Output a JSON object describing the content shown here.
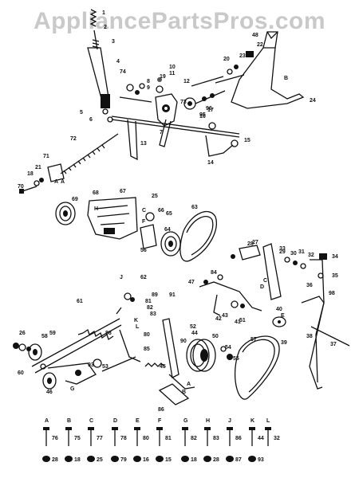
{
  "watermark": "AppliancePartsPros.com",
  "callouts": [
    {
      "id": "c1",
      "text": "1"
    },
    {
      "id": "c2",
      "text": "2"
    },
    {
      "id": "c3",
      "text": "3"
    },
    {
      "id": "c4",
      "text": "4"
    },
    {
      "id": "c5",
      "text": "5"
    },
    {
      "id": "c6",
      "text": "6"
    },
    {
      "id": "c7",
      "text": "7"
    },
    {
      "id": "c8",
      "text": "8"
    },
    {
      "id": "c9",
      "text": "9"
    },
    {
      "id": "c10",
      "text": "10"
    },
    {
      "id": "c11",
      "text": "11"
    },
    {
      "id": "c12",
      "text": "12"
    },
    {
      "id": "c13",
      "text": "13"
    },
    {
      "id": "c14",
      "text": "14"
    },
    {
      "id": "c15",
      "text": "15"
    },
    {
      "id": "c16",
      "text": "16"
    },
    {
      "id": "c17",
      "text": "17"
    },
    {
      "id": "c18",
      "text": "18"
    },
    {
      "id": "c19",
      "text": "19"
    },
    {
      "id": "c20",
      "text": "20"
    },
    {
      "id": "c21",
      "text": "21"
    },
    {
      "id": "c22",
      "text": "22"
    },
    {
      "id": "c23",
      "text": "23"
    },
    {
      "id": "c24",
      "text": "24"
    },
    {
      "id": "c25",
      "text": "25"
    },
    {
      "id": "c26",
      "text": "26"
    },
    {
      "id": "c27",
      "text": "27"
    },
    {
      "id": "c28",
      "text": "28"
    },
    {
      "id": "c29",
      "text": "29"
    },
    {
      "id": "c30",
      "text": "30"
    },
    {
      "id": "c31",
      "text": "31"
    },
    {
      "id": "c32",
      "text": "32"
    },
    {
      "id": "c33",
      "text": "33"
    },
    {
      "id": "c34",
      "text": "34"
    },
    {
      "id": "c35",
      "text": "35"
    },
    {
      "id": "c36",
      "text": "36"
    },
    {
      "id": "c37",
      "text": "37"
    },
    {
      "id": "c38",
      "text": "38"
    },
    {
      "id": "c39",
      "text": "39"
    },
    {
      "id": "c40",
      "text": "40"
    },
    {
      "id": "c41",
      "text": "41"
    },
    {
      "id": "c42",
      "text": "42"
    },
    {
      "id": "c43",
      "text": "43"
    },
    {
      "id": "c44",
      "text": "44"
    },
    {
      "id": "c45",
      "text": "45"
    },
    {
      "id": "c46",
      "text": "46"
    },
    {
      "id": "c47",
      "text": "47"
    },
    {
      "id": "c48",
      "text": "48"
    },
    {
      "id": "c50",
      "text": "50"
    },
    {
      "id": "c51",
      "text": "51"
    },
    {
      "id": "c52",
      "text": "52"
    },
    {
      "id": "c53",
      "text": "53"
    },
    {
      "id": "c54",
      "text": "54"
    },
    {
      "id": "c55",
      "text": "55"
    },
    {
      "id": "c56",
      "text": "56"
    },
    {
      "id": "c57",
      "text": "57"
    },
    {
      "id": "c58",
      "text": "58"
    },
    {
      "id": "c59",
      "text": "59"
    },
    {
      "id": "c60",
      "text": "60"
    },
    {
      "id": "c61",
      "text": "61"
    },
    {
      "id": "c62",
      "text": "62"
    },
    {
      "id": "c63",
      "text": "63"
    },
    {
      "id": "c64",
      "text": "64"
    },
    {
      "id": "c65",
      "text": "65"
    },
    {
      "id": "c66",
      "text": "66"
    },
    {
      "id": "c67",
      "text": "67"
    },
    {
      "id": "c68",
      "text": "68"
    },
    {
      "id": "c69",
      "text": "69"
    },
    {
      "id": "c70",
      "text": "70"
    },
    {
      "id": "c71",
      "text": "71"
    },
    {
      "id": "c72",
      "text": "72"
    },
    {
      "id": "c73",
      "text": "73"
    },
    {
      "id": "c74",
      "text": "74"
    },
    {
      "id": "c80",
      "text": "80"
    },
    {
      "id": "c81",
      "text": "81"
    },
    {
      "id": "c82",
      "text": "82"
    },
    {
      "id": "c83",
      "text": "83"
    },
    {
      "id": "c84",
      "text": "84"
    },
    {
      "id": "c85",
      "text": "85"
    },
    {
      "id": "c86",
      "text": "86"
    },
    {
      "id": "c88",
      "text": "88"
    },
    {
      "id": "c89",
      "text": "89"
    },
    {
      "id": "c90",
      "text": "90"
    },
    {
      "id": "c91",
      "text": "91"
    },
    {
      "id": "c93",
      "text": "93"
    },
    {
      "id": "c95",
      "text": "95"
    },
    {
      "id": "c96",
      "text": "96"
    },
    {
      "id": "c98",
      "text": "98"
    }
  ],
  "keys": [
    "A",
    "B",
    "C",
    "D",
    "E",
    "F",
    "G",
    "H",
    "J",
    "K",
    "L"
  ],
  "hardware_row": [
    {
      "key": "A",
      "bolt": "76",
      "nut": "28"
    },
    {
      "key": "B",
      "bolt": "75",
      "nut": "18"
    },
    {
      "key": "C",
      "bolt": "77",
      "nut": "25"
    },
    {
      "key": "D",
      "bolt": "78",
      "nut": "79"
    },
    {
      "key": "E",
      "bolt": "80",
      "nut": "16"
    },
    {
      "key": "F",
      "bolt": "81",
      "nut": "15"
    },
    {
      "key": "G",
      "bolt": "82",
      "nut": "18"
    },
    {
      "key": "H",
      "bolt": "83",
      "nut": "28"
    },
    {
      "key": "J",
      "bolt": "86",
      "nut": "87"
    },
    {
      "key": "K",
      "bolt": "44",
      "nut": "93"
    },
    {
      "key": "L",
      "bolt": "32",
      "nut": ""
    }
  ]
}
